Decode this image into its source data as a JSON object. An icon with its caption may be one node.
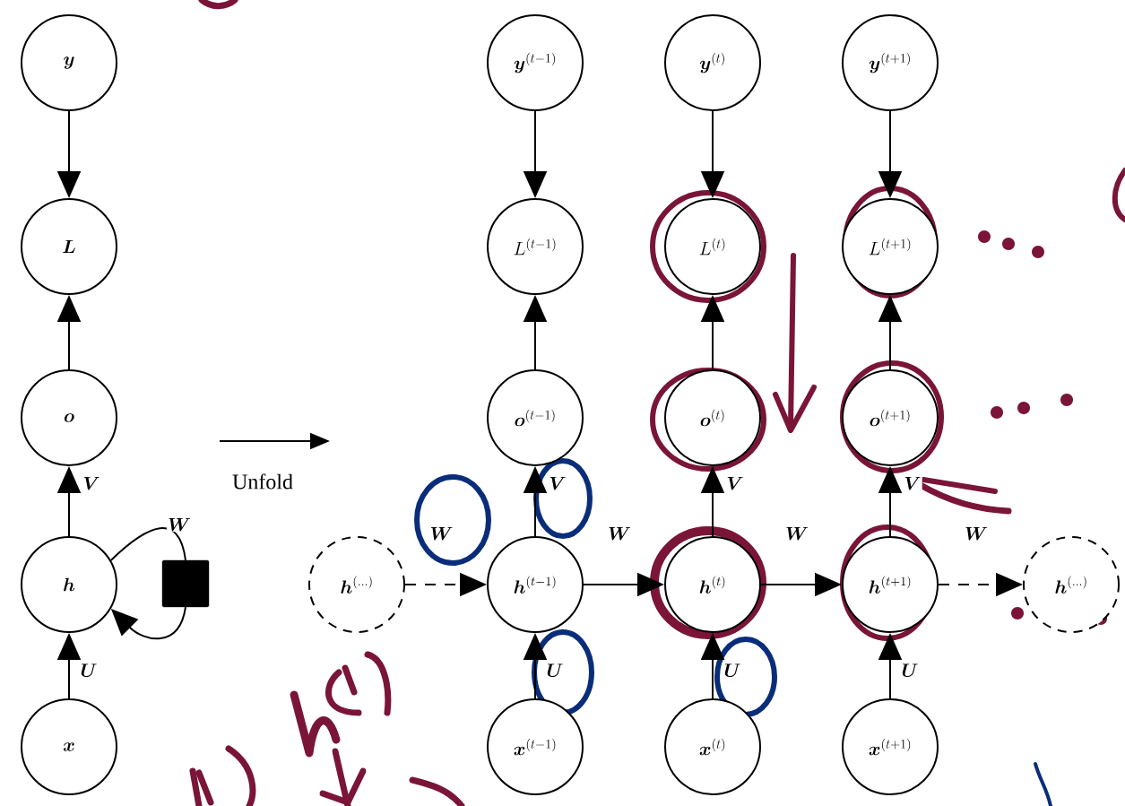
{
  "diagram": {
    "nodes": [
      {
        "text": [
          "\\boldsymbol{y}"
        ]
      },
      {
        "text": [
          "\\boldsymbol{L}"
        ]
      },
      {
        "text": [
          "\\boldsymbol{o}"
        ]
      },
      {
        "text": [
          "\\boldsymbol{h}"
        ]
      },
      {
        "text": [],
        "shape": "box"
      },
      {
        "text": [
          "\\boldsymbol{x}"
        ]
      },
      {
        "text": [
          "\\boldsymbol{y}^{(t-1)}"
        ]
      },
      {
        "text": [
          "\\boldsymbol{y}^{(t)}"
        ]
      },
      {
        "text": [
          "\\boldsymbol{y}^{(t+1)}"
        ]
      },
      {
        "text": [
          "L^{(t-1)}"
        ]
      },
      {
        "text": [
          "L^{(t)}"
        ]
      },
      {
        "text": [
          "L^{(t+1)}"
        ]
      },
      {
        "text": [
          "\\boldsymbol{o}^{(t-1)}"
        ]
      },
      {
        "text": [
          "\\boldsymbol{o}^{(t)}"
        ]
      },
      {
        "text": [
          "\\boldsymbol{o}^{(t+1)}"
        ]
      },
      {
        "text": [
          "\\boldsymbol{h}^{(\\ldots)}"
        ]
      },
      {
        "text": [
          "\\boldsymbol{h}^{(t-1)}"
        ]
      },
      {
        "text": [
          "\\boldsymbol{h}^{(t)}"
        ]
      },
      {
        "text": [
          "\\boldsymbol{h}^{(t+1)}"
        ]
      },
      {
        "text": [
          "\\boldsymbol{h}^{(\\ldots)}"
        ]
      },
      {
        "text": [
          "\\boldsymbol{x}^{(t-1)}"
        ]
      },
      {
        "text": [
          "\\boldsymbol{x}^{(t)}"
        ]
      },
      {
        "text": [
          "\\boldsymbol{x}^{(t+1)}"
        ]
      }
    ],
    "edges": [
      {
        "from": 0,
        "to": 1,
        "arrow": "to"
      },
      {
        "from": 2,
        "to": 1,
        "arrow": "to"
      },
      {
        "from": 3,
        "to": 2,
        "arrow": "to",
        "label": "\\boldsymbol{V}"
      },
      {
        "from": 3,
        "to": 4,
        "arrow": "none",
        "label": "\\boldsymbol{W}"
      },
      {
        "from": 4,
        "to": 3,
        "arrow": "to"
      },
      {
        "from": 5,
        "to": 3,
        "arrow": "to",
        "label": "\\boldsymbol{U}"
      },
      {
        "from": 6,
        "to": 9,
        "arrow": "to"
      },
      {
        "from": 7,
        "to": 10,
        "arrow": "to"
      },
      {
        "from": 8,
        "to": 11,
        "arrow": "to"
      },
      {
        "from": 12,
        "to": 9,
        "arrow": "to"
      },
      {
        "from": 13,
        "to": 10,
        "arrow": "to"
      },
      {
        "from": 14,
        "to": 11,
        "arrow": "to"
      },
      {
        "from": 16,
        "to": 12,
        "arrow": "to",
        "label": "\\boldsymbol{V}"
      },
      {
        "from": 17,
        "to": 13,
        "arrow": "to",
        "label": "\\boldsymbol{V}"
      },
      {
        "from": 18,
        "to": 14,
        "arrow": "to",
        "label": "\\boldsymbol{V}"
      },
      {
        "from": 15,
        "to": 16,
        "arrow": "to",
        "label": "\\boldsymbol{W}",
        "style": "dashed"
      },
      {
        "from": 16,
        "to": 17,
        "arrow": "to",
        "label": "\\boldsymbol{W}"
      },
      {
        "from": 17,
        "to": 18,
        "arrow": "to",
        "label": "\\boldsymbol{W}"
      },
      {
        "from": 18,
        "to": 19,
        "arrow": "to",
        "label": "\\boldsymbol{W}",
        "style": "dashed"
      },
      {
        "from": 20,
        "to": 16,
        "arrow": "to",
        "label": "\\boldsymbol{U}"
      },
      {
        "from": 21,
        "to": 17,
        "arrow": "to",
        "label": "\\boldsymbol{U}"
      },
      {
        "from": 22,
        "to": 18,
        "arrow": "to",
        "label": "\\boldsymbol{U}"
      }
    ],
    "labels": [
      "Unfold"
    ]
  }
}
